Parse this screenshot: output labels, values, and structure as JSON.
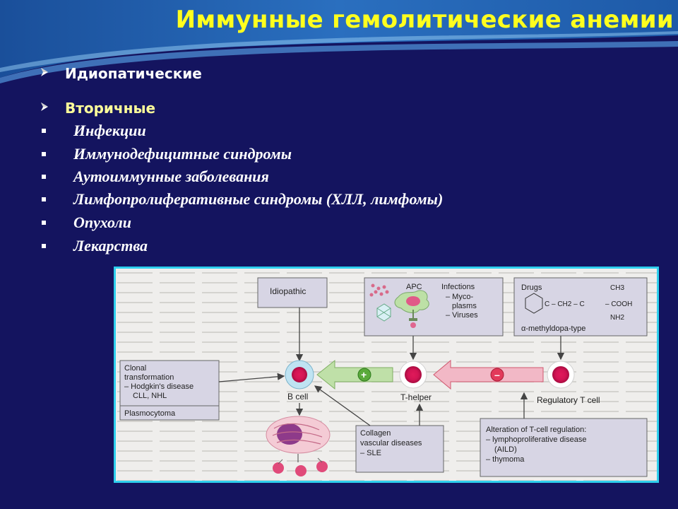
{
  "slide": {
    "title": "Иммунные гемолитические анемии",
    "items": [
      {
        "marker": "arrow",
        "text": "Идиопатические",
        "style": "lvl1"
      },
      {
        "marker": "arrow",
        "text": "Вторичные",
        "style": "lvl1-hl"
      },
      {
        "marker": "square",
        "text": "Инфекции",
        "style": "lvl2"
      },
      {
        "marker": "square",
        "text": "Иммунодефицитные синдромы",
        "style": "lvl2"
      },
      {
        "marker": "square",
        "text": "Аутоиммунные заболевания",
        "style": "lvl2"
      },
      {
        "marker": "square",
        "text": "Лимфопролиферативные синдромы (ХЛЛ, лимфомы)",
        "style": "lvl2"
      },
      {
        "marker": "square",
        "text": "Опухоли",
        "style": "lvl2"
      },
      {
        "marker": "square",
        "text": "Лекарства",
        "style": "lvl2"
      }
    ],
    "colors": {
      "background": "#14145f",
      "title": "#ffff1e",
      "highlight": "#ffff9a",
      "figure_border": "#2fd0ee"
    }
  },
  "figure": {
    "idiopathic": "Idiopathic",
    "apc": "APC",
    "infections": [
      "Infections",
      "– Myco-",
      "plasms",
      "– Viruses"
    ],
    "drugs": "Drugs",
    "formula": {
      "ch3": "CH3",
      "ch": "C – CH2 – C",
      "cooh": "– COOH",
      "nh2": "NH2"
    },
    "methyldopa": "α-methyldopa-type",
    "clonal": [
      "Clonal",
      "transformation",
      "– Hodgkin's disease",
      "CLL, NHL"
    ],
    "plasmocytoma": "Plasmocytoma",
    "bcell": "B cell",
    "thelper": "T-helper",
    "treg": "Regulatory T cell",
    "collagen": [
      "Collagen",
      "vascular diseases",
      "– SLE"
    ],
    "alteration": [
      "Alteration of T-cell regulation:",
      "– lymphoproliferative disease",
      "(AILD)",
      "– thymoma"
    ],
    "plus": "+",
    "minus": "–"
  }
}
